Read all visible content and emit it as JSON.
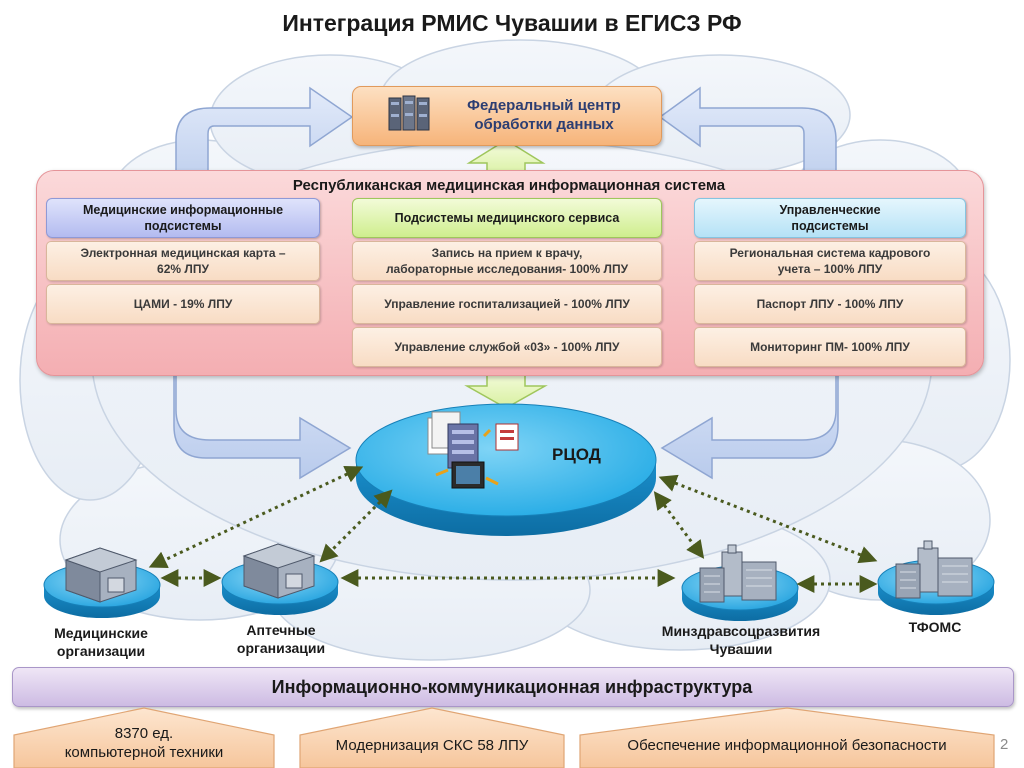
{
  "title": "Интеграция  РМИС Чувашии в ЕГИСЗ РФ",
  "federal_center": {
    "line1": "Федеральный центр",
    "line2": "обработки данных"
  },
  "rmis": {
    "title": "Республиканская медицинская информационная система",
    "columns": [
      {
        "header_line1": "Медицинские информационные",
        "header_line2": "подсистемы",
        "items": [
          {
            "line1": "Электронная медицинская карта –",
            "line2": "62% ЛПУ"
          },
          {
            "line1": "ЦАМИ - 19% ЛПУ",
            "line2": ""
          }
        ]
      },
      {
        "header_line1": "Подсистемы медицинского сервиса",
        "header_line2": "",
        "items": [
          {
            "line1": "Запись на прием к врачу,",
            "line2": "лабораторные исследования- 100% ЛПУ"
          },
          {
            "line1": "Управление госпитализацией - 100% ЛПУ",
            "line2": ""
          },
          {
            "line1": "Управление службой «03» - 100% ЛПУ",
            "line2": ""
          }
        ]
      },
      {
        "header_line1": "Управленческие",
        "header_line2": "подсистемы",
        "items": [
          {
            "line1": "Региональная система кадрового",
            "line2": "учета – 100% ЛПУ"
          },
          {
            "line1": "Паспорт ЛПУ - 100% ЛПУ",
            "line2": ""
          },
          {
            "line1": "Мониторинг ПМ- 100% ЛПУ",
            "line2": ""
          }
        ]
      }
    ]
  },
  "rcod": {
    "label": "РЦОД"
  },
  "organizations": {
    "medical": {
      "line1": "Медицинские",
      "line2": "организации"
    },
    "pharmacy": {
      "line1": "Аптечные",
      "line2": "организации"
    },
    "ministry": {
      "line1": "Минздравсоцразвития",
      "line2": "Чувашии"
    },
    "tfoms": {
      "line1": "ТФОМС"
    }
  },
  "infrastructure": {
    "label": "Информационно-коммуникационная инфраструктура"
  },
  "bottom_items": [
    {
      "line1": "8370 ед.",
      "line2": "компьютерной техники"
    },
    {
      "line1": "Модернизация СКС 58 ЛПУ",
      "line2": ""
    },
    {
      "line1": "Обеспечение информационной безопасности",
      "line2": ""
    }
  ],
  "page_number": "2",
  "colors": {
    "arrow_fill": "#cfdcf3",
    "arrow_stroke": "#8fa6d2",
    "rmis_fill": "#f7c2c5",
    "federal_fill": "#f9c89b",
    "rcod_fill": "#38b8ec",
    "connector": "#4a5a1e"
  }
}
